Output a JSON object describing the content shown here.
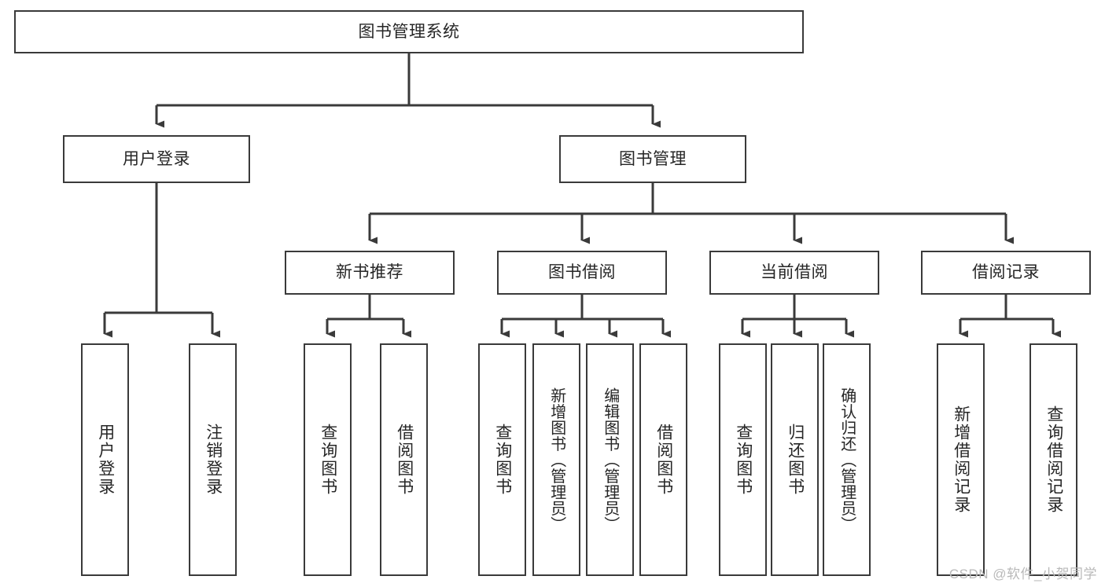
{
  "diagram": {
    "title": "图书管理系统",
    "type": "tree-hierarchy",
    "levels": [
      {
        "level": 1,
        "nodes": [
          {
            "id": "root",
            "label": "图书管理系统",
            "orientation": "horizontal"
          }
        ]
      },
      {
        "level": 2,
        "nodes": [
          {
            "id": "user-login",
            "label": "用户登录",
            "orientation": "horizontal",
            "parent": "root"
          },
          {
            "id": "book-manage",
            "label": "图书管理",
            "orientation": "horizontal",
            "parent": "root"
          }
        ]
      },
      {
        "level": 3,
        "nodes": [
          {
            "id": "new-book-recommend",
            "label": "新书推荐",
            "orientation": "horizontal",
            "parent": "book-manage"
          },
          {
            "id": "book-borrow",
            "label": "图书借阅",
            "orientation": "horizontal",
            "parent": "book-manage"
          },
          {
            "id": "current-borrow",
            "label": "当前借阅",
            "orientation": "horizontal",
            "parent": "book-manage"
          },
          {
            "id": "borrow-record",
            "label": "借阅记录",
            "orientation": "horizontal",
            "parent": "book-manage"
          }
        ]
      },
      {
        "level": 4,
        "nodes": [
          {
            "id": "leaf-user-login",
            "label": "用户登录",
            "orientation": "vertical",
            "parent": "user-login"
          },
          {
            "id": "leaf-logout",
            "label": "注销登录",
            "orientation": "vertical",
            "parent": "user-login"
          },
          {
            "id": "leaf-query-book-1",
            "label": "查询图书",
            "orientation": "vertical",
            "parent": "new-book-recommend"
          },
          {
            "id": "leaf-borrow-book-1",
            "label": "借阅图书",
            "orientation": "vertical",
            "parent": "new-book-recommend"
          },
          {
            "id": "leaf-query-book-2",
            "label": "查询图书",
            "orientation": "vertical",
            "parent": "book-borrow"
          },
          {
            "id": "leaf-add-book",
            "label": "新增图书（管理员）",
            "orientation": "vertical",
            "parent": "book-borrow"
          },
          {
            "id": "leaf-edit-book",
            "label": "编辑图书（管理员）",
            "orientation": "vertical",
            "parent": "book-borrow"
          },
          {
            "id": "leaf-borrow-book-2",
            "label": "借阅图书",
            "orientation": "vertical",
            "parent": "book-borrow"
          },
          {
            "id": "leaf-query-book-3",
            "label": "查询图书",
            "orientation": "vertical",
            "parent": "current-borrow"
          },
          {
            "id": "leaf-return-book",
            "label": "归还图书",
            "orientation": "vertical",
            "parent": "current-borrow"
          },
          {
            "id": "leaf-confirm-return",
            "label": "确认归还（管理员）",
            "orientation": "vertical",
            "parent": "current-borrow"
          },
          {
            "id": "leaf-add-record",
            "label": "新增借阅记录",
            "orientation": "vertical",
            "parent": "borrow-record"
          },
          {
            "id": "leaf-query-record",
            "label": "查询借阅记录",
            "orientation": "vertical",
            "parent": "borrow-record"
          }
        ]
      }
    ]
  },
  "watermark": {
    "text": "CSDN @软件_小贺同学"
  },
  "colors": {
    "border": "#3a3a3a",
    "text": "#262626",
    "background": "#ffffff",
    "watermark": "#b9b9b9"
  }
}
